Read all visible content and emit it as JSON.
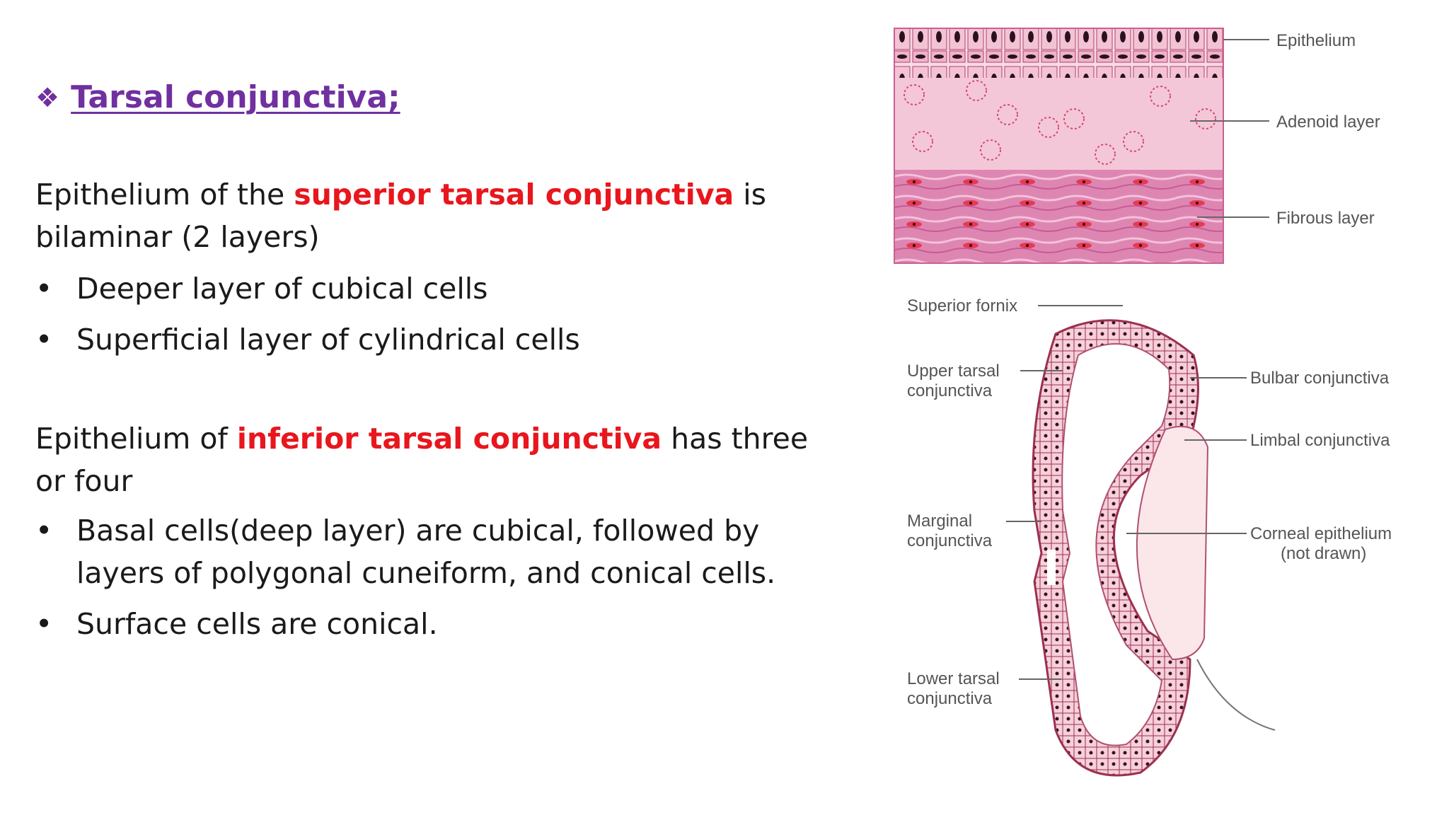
{
  "heading": {
    "bullet": "❖",
    "title": "Tarsal conjunctiva;"
  },
  "sup": {
    "pre": "Epithelium of the ",
    "em": "superior tarsal conjunctiva",
    "post": " is bilaminar (2 layers)",
    "bullets": [
      "Deeper layer of cubical cells",
      "Superficial layer of cylindrical cells"
    ]
  },
  "inf": {
    "pre": "Epithelium of ",
    "em": "inferior tarsal conjunctiva",
    "post": " has three or four",
    "bullets": [
      "Basal  cells(deep layer) are cubical,  followed by layers of polygonal cuneiform, and conical cells.",
      "Surface cells are conical."
    ]
  },
  "figure_top": {
    "labels": {
      "epithelium": "Epithelium",
      "adenoid": "Adenoid layer",
      "fibrous": "Fibrous layer"
    }
  },
  "figure_bottom": {
    "labels": {
      "superior_fornix": "Superior fornix",
      "upper_tarsal_1": "Upper tarsal",
      "upper_tarsal_2": "conjunctiva",
      "marginal_1": "Marginal",
      "marginal_2": "conjunctiva",
      "lower_tarsal_1": "Lower tarsal",
      "lower_tarsal_2": "conjunctiva",
      "bulbar": "Bulbar conjunctiva",
      "limbal": "Limbal conjunctiva",
      "corneal_1": "Corneal epithelium",
      "corneal_2": "(not drawn)"
    }
  },
  "colors": {
    "heading": "#7030a0",
    "emphasis": "#e8161d",
    "tissue": "#e8a0b0",
    "fibrous": "#d9609a",
    "adenoid": "#f4c6d8"
  }
}
